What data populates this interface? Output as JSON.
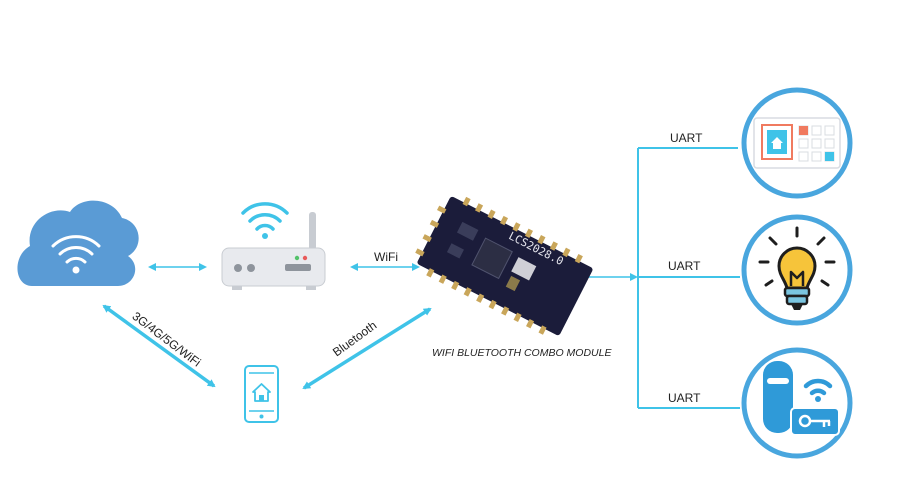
{
  "labels": {
    "wifi": "WiFi",
    "bluetooth": "Bluetooth",
    "mobile_net": "3G/4G/5G/WiFi",
    "uart_top": "UART",
    "uart_mid": "UART",
    "uart_bot": "UART",
    "module_caption": "WIFI BLUETOOTH COMBO MODULE",
    "chip_marking": "LCS2028.0"
  },
  "colors": {
    "link": "#3FC3E8",
    "cloud": "#5A9BD5",
    "board": "#1B1C3A",
    "pad": "#C9A65A",
    "icon_ring": "#49A6DE",
    "bulb": "#F6C43A",
    "bulb_base": "#7AC5E0",
    "door": "#2F9AD8",
    "keypad_home": "#F07A5F"
  },
  "icons": {
    "cloud": "cloud-wifi-icon",
    "router": "router-icon",
    "phone": "smartphone-home-icon",
    "panel": "smart-home-panel-icon",
    "bulb": "lightbulb-icon",
    "lock": "smart-lock-icon"
  }
}
